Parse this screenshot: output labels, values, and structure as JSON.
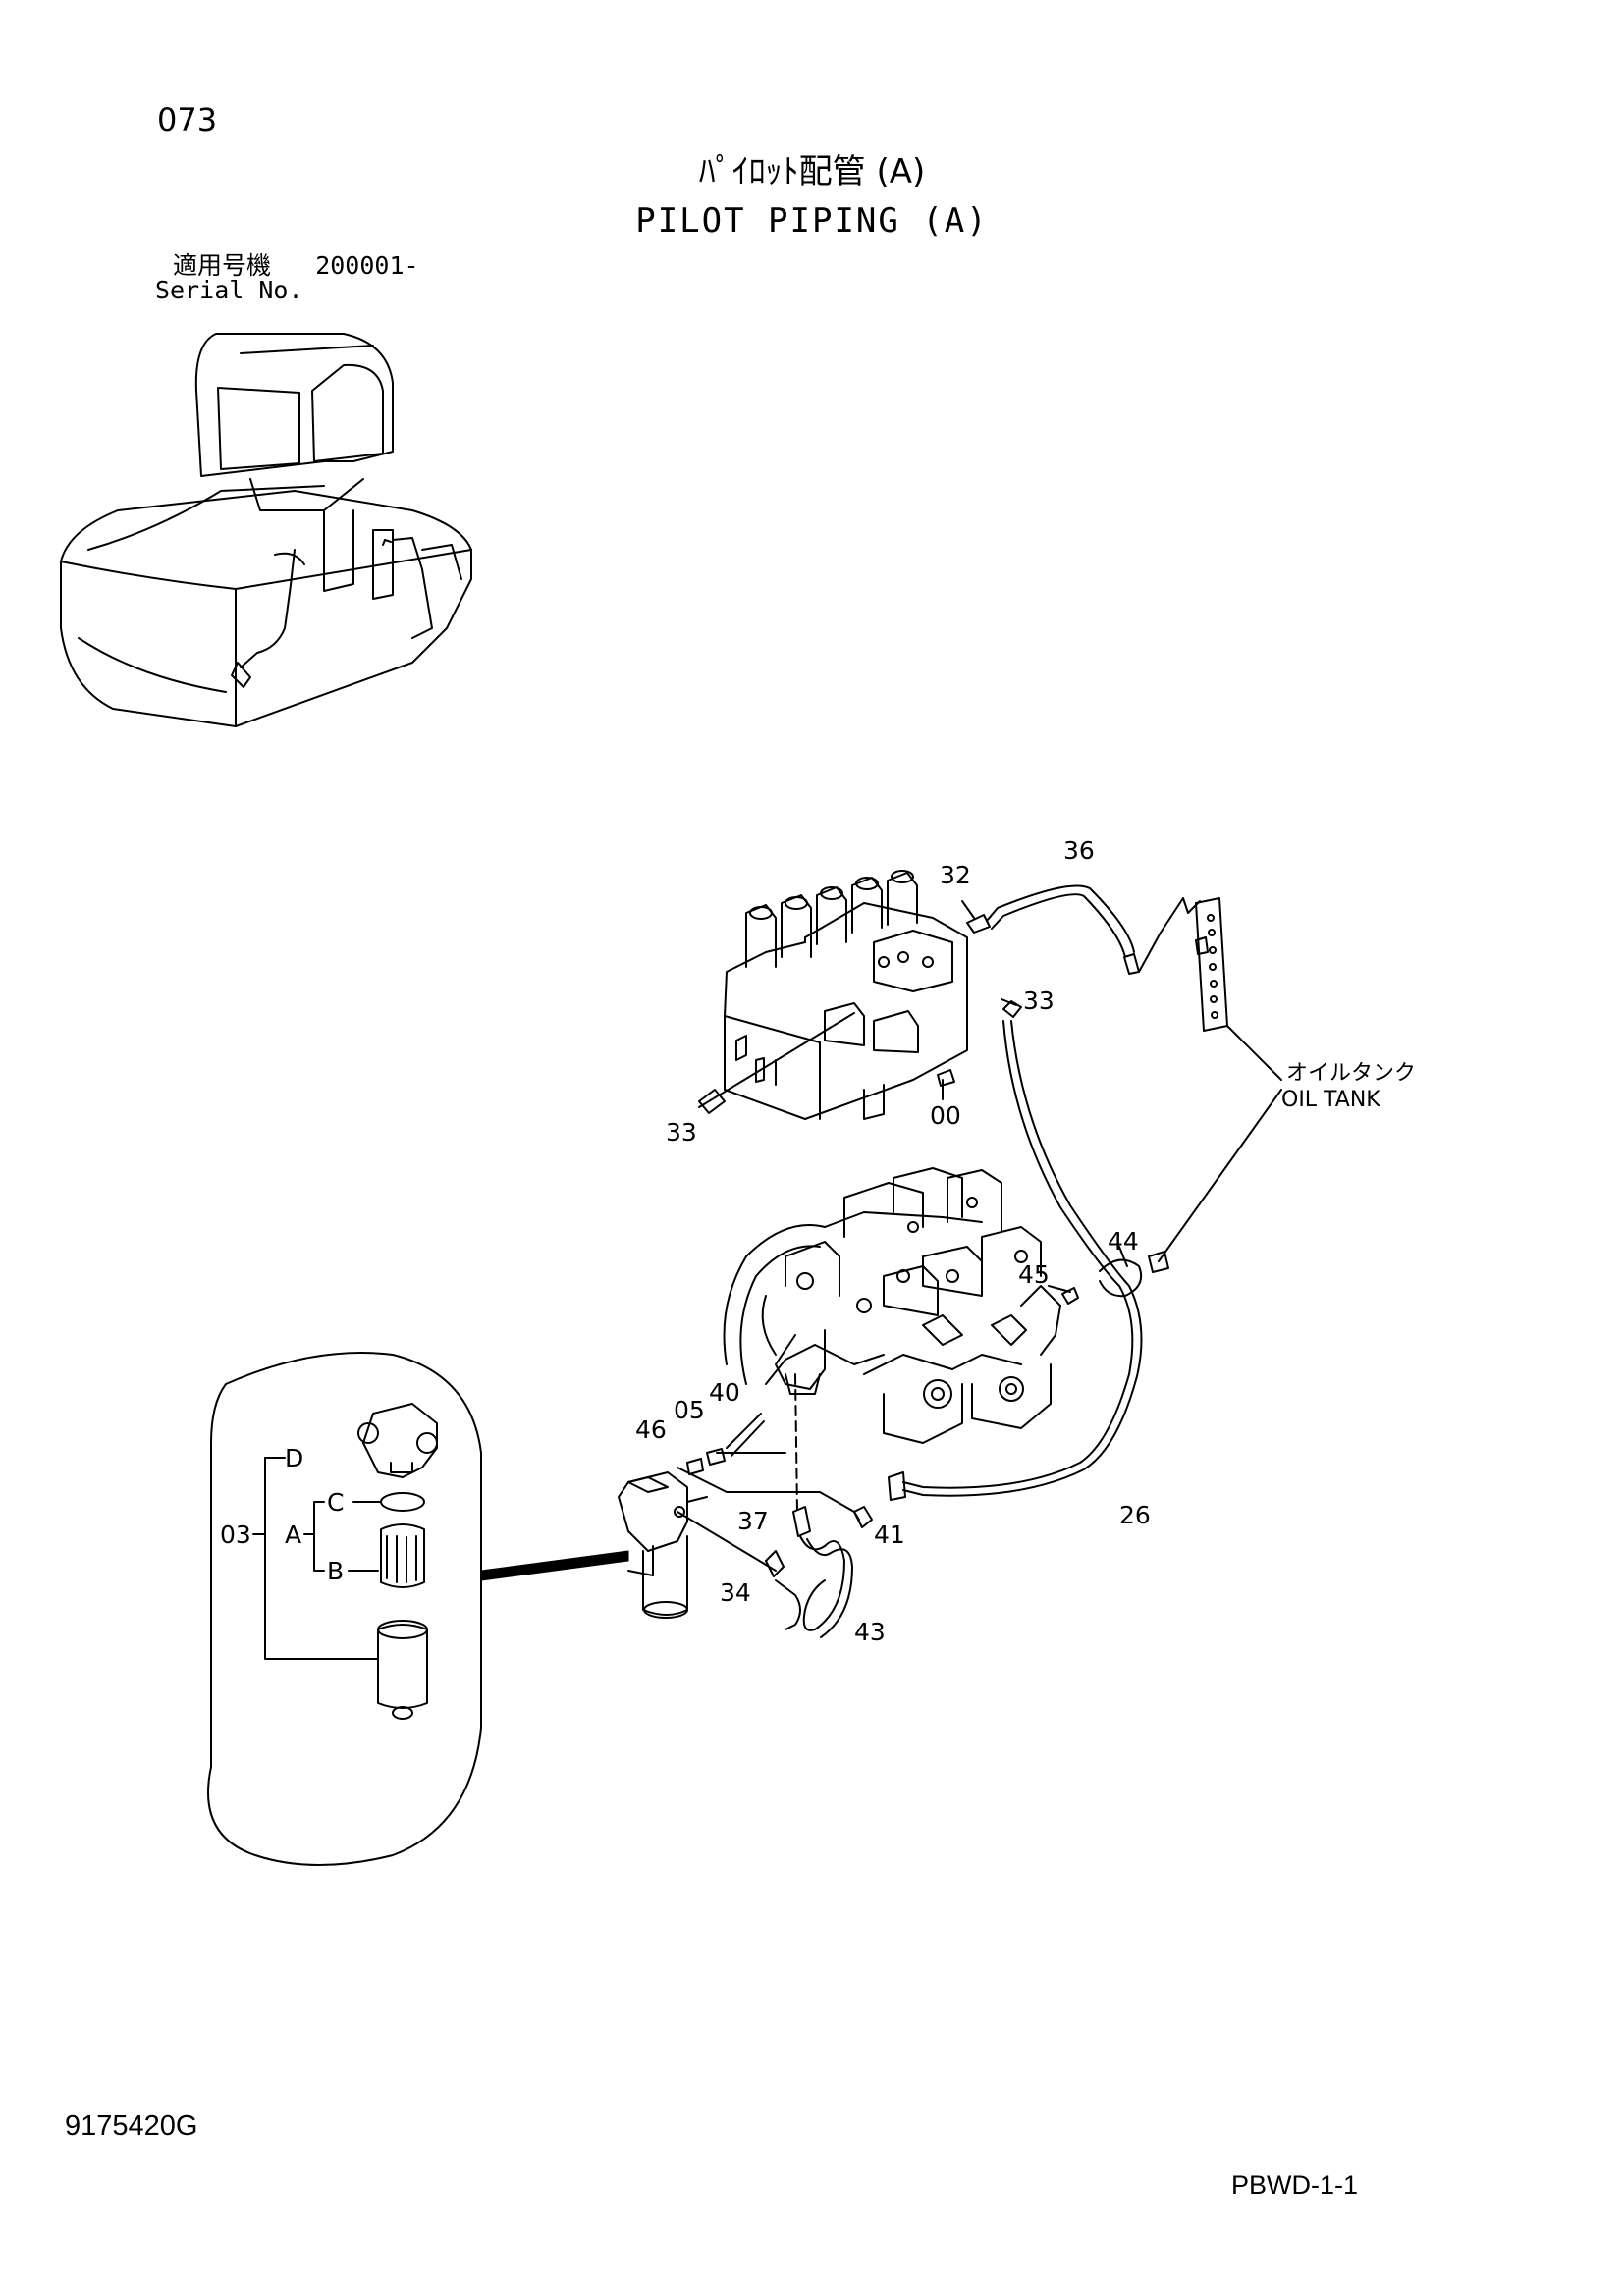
{
  "header": {
    "page_number": "073",
    "title_jp": "ﾊﾟｲﾛｯﾄ配管 (A)",
    "title_en": "PILOT PIPING (A)",
    "serial_label_jp": "適用号機",
    "serial_range": "200001-",
    "serial_label_en": "Serial No."
  },
  "parts": {
    "p00": "00",
    "p32": "32",
    "p33a": "33",
    "p33b": "33",
    "p36": "36",
    "p44": "44",
    "p45": "45",
    "p40": "40",
    "p05": "05",
    "p46": "46",
    "p37": "37",
    "p41": "41",
    "p26": "26",
    "p34": "34",
    "p43": "43"
  },
  "callouts": {
    "oil_tank_jp": "オイルタンク",
    "oil_tank_en": "OIL TANK"
  },
  "filter_detail": {
    "assembly": "03",
    "sub_a": "A",
    "sub_b": "B",
    "sub_c": "C",
    "sub_d": "D"
  },
  "footer": {
    "drawing_code": "9175420G",
    "page_ref": "PBWD-1-1"
  }
}
